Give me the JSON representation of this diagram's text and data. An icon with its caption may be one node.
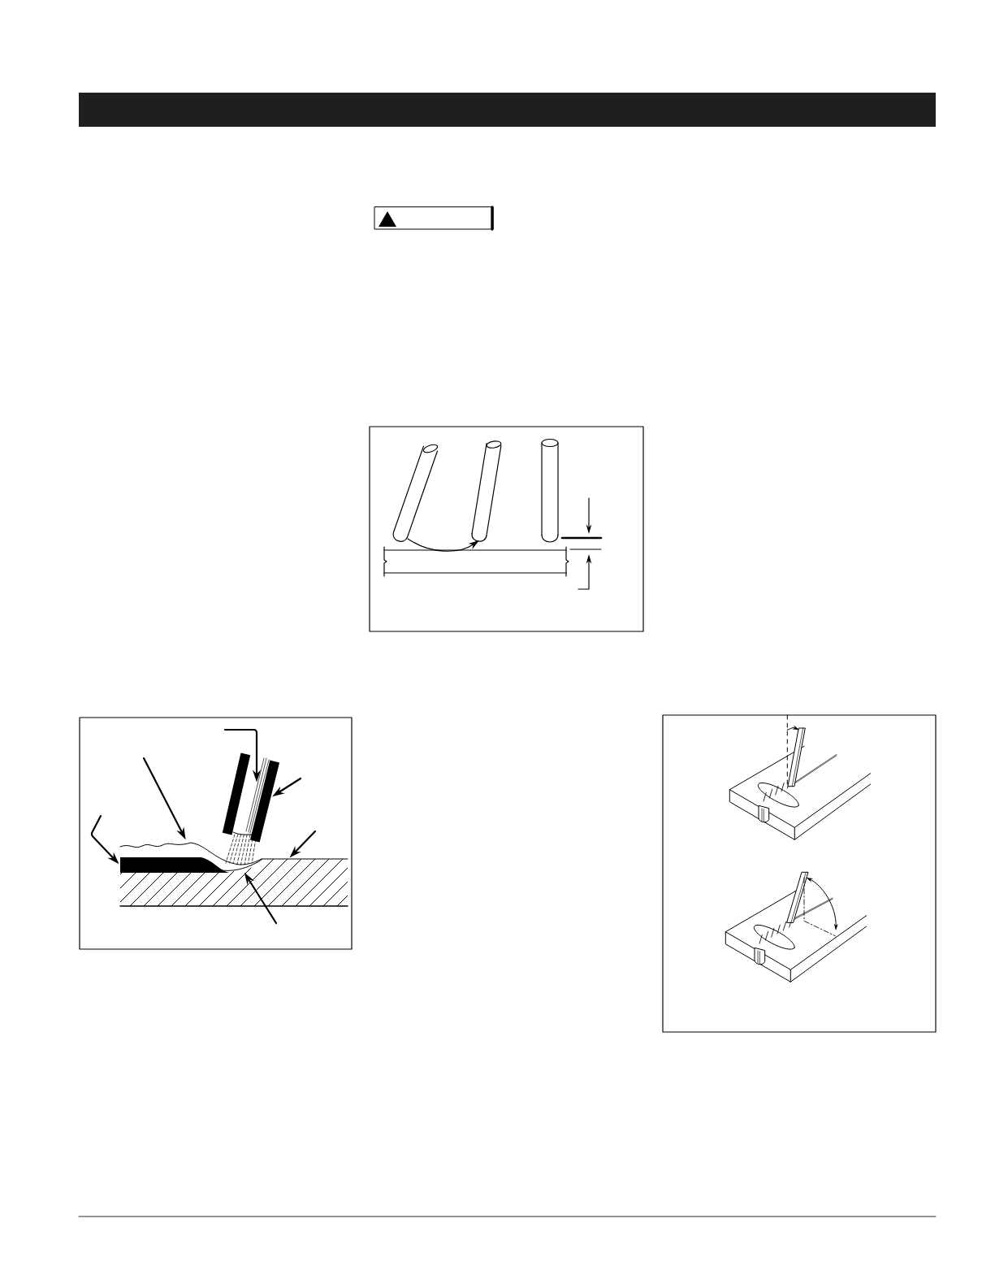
{
  "diagram": {
    "nodes": [
      {
        "text": [],
        "shape": "bar"
      },
      {
        "text": [],
        "shape": "bar"
      },
      {
        "text": [],
        "shape": "bar"
      },
      {
        "text": [],
        "shape": "bar"
      },
      {
        "text": [],
        "shape": "line"
      },
      {
        "text": [],
        "shape": "box"
      },
      {
        "text": [],
        "shape": "bar",
        "in": 5
      },
      {
        "text": [],
        "shape": "area",
        "in": 5
      }
    ],
    "edges": [
      {
        "from": null,
        "to": 2,
        "arrow": "to"
      },
      {
        "from": null,
        "to": 3,
        "arrow": "to"
      },
      {
        "from": null,
        "to": 4,
        "arrow": "to"
      },
      {
        "from": null,
        "to": 6,
        "arrow": "to"
      },
      {
        "from": null,
        "to": 5,
        "arrow": "to"
      },
      {
        "from": null,
        "to": 7,
        "arrow": "to"
      }
    ]
  }
}
